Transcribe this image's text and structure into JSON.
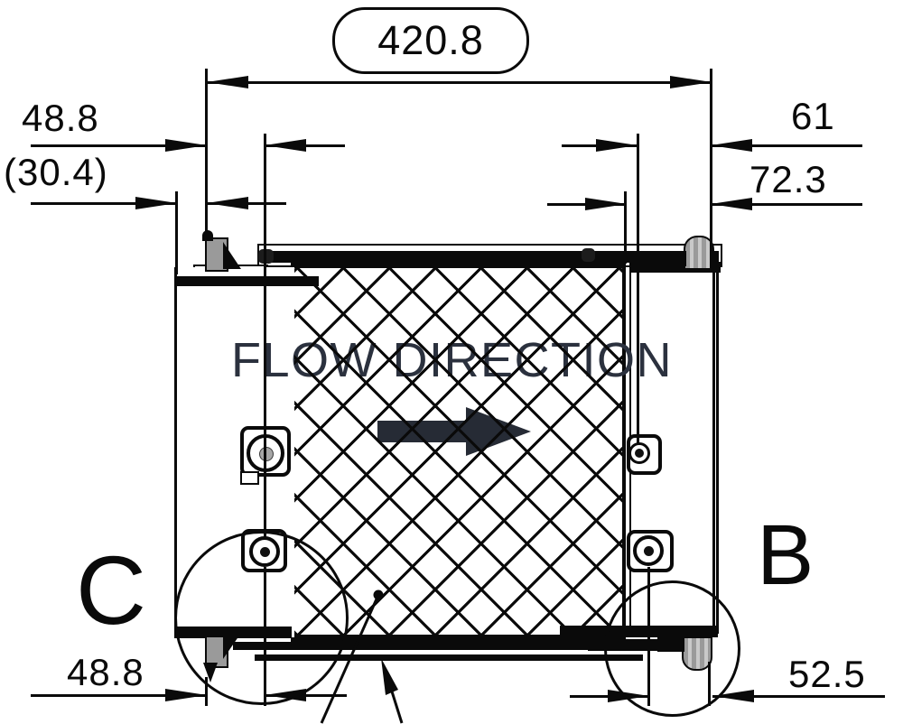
{
  "drawing_annotations": {
    "overall_width_balloon": "420.8",
    "dim_top_left_offset": "48.8",
    "dim_top_left_reference": "(30.4)",
    "dim_top_right_offset": "61",
    "dim_top_right_edge": "72.3",
    "dim_bottom_left": "48.8",
    "dim_bottom_right": "52.5",
    "detail_label_left": "C",
    "detail_label_right": "B",
    "flow_label": "FLOW DIRECTION"
  },
  "colors": {
    "line": "#0a0a0a",
    "flow_graphic": "#2b313e",
    "clip_fill": "#9a9a9a",
    "background": "#ffffff"
  }
}
